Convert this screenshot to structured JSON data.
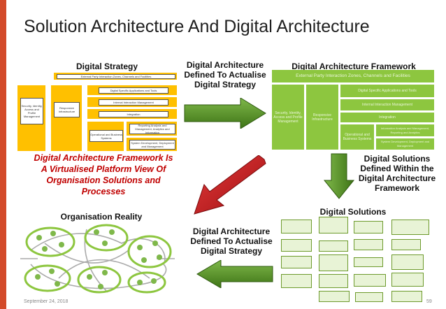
{
  "title": "Solution Architecture And Digital Architecture",
  "labels": {
    "digital_strategy": "Digital Strategy",
    "arrow_top": [
      "Digital Architecture",
      "Defined To Actualise",
      "Digital Strategy"
    ],
    "framework": "Digital Architecture Framework",
    "solutions_defined": [
      "Digital Solutions",
      "Defined Within the",
      "Digital Architecture",
      "Framework"
    ],
    "red_statement": [
      "Digital Architecture Framework Is",
      "A Virtualised Platform View Of",
      "Organisation Solutions and",
      "Processes"
    ],
    "organisation_reality": "Organisation Reality",
    "digital_solutions": "Digital Solutions",
    "arrow_bottom": [
      "Digital Architecture",
      "Defined To Actualise",
      "Digital Strategy"
    ]
  },
  "strategy_boxes": {
    "top": "External Party Interaction Zones, Channels and Facilities",
    "security": "Security, Identity, Access and Profile Management",
    "responsive": "Responsive Infrastructure",
    "apps": "Digital Specific Applications and Tools",
    "internal": "Internal Interaction Management",
    "integration": "Integration",
    "operational": "Operational and Business Systems",
    "reporting": "Reporting Analysis and Management, Analytics and Information",
    "sysdev": "System Development, Deployment and Management"
  },
  "framework_boxes": {
    "top": "External Party Interaction Zones, Channels and Facilities",
    "security": "Security, Identity, Access and Profile Management",
    "responsive": "Responsive Infrastructure",
    "apps": "Digital Specific Applications and Tools",
    "internal": "Internal Interaction Management",
    "integration": "Integration",
    "operational": "Operational and Business Systems",
    "reporting": "Information Analysis and Management, Reporting and Analytics",
    "sysdev": "System Development, Deployment and Management"
  },
  "footer": {
    "date": "September 24, 2018",
    "page": "59"
  },
  "colors": {
    "accent_bar": "#d34a2a",
    "title": "#1f1f1f",
    "green_arrow": "#4f8a1e",
    "red_arrow": "#c0191b",
    "strategy_yellow": "#ffc000",
    "framework_green": "#8dc63f",
    "red_text": "#c00000"
  }
}
